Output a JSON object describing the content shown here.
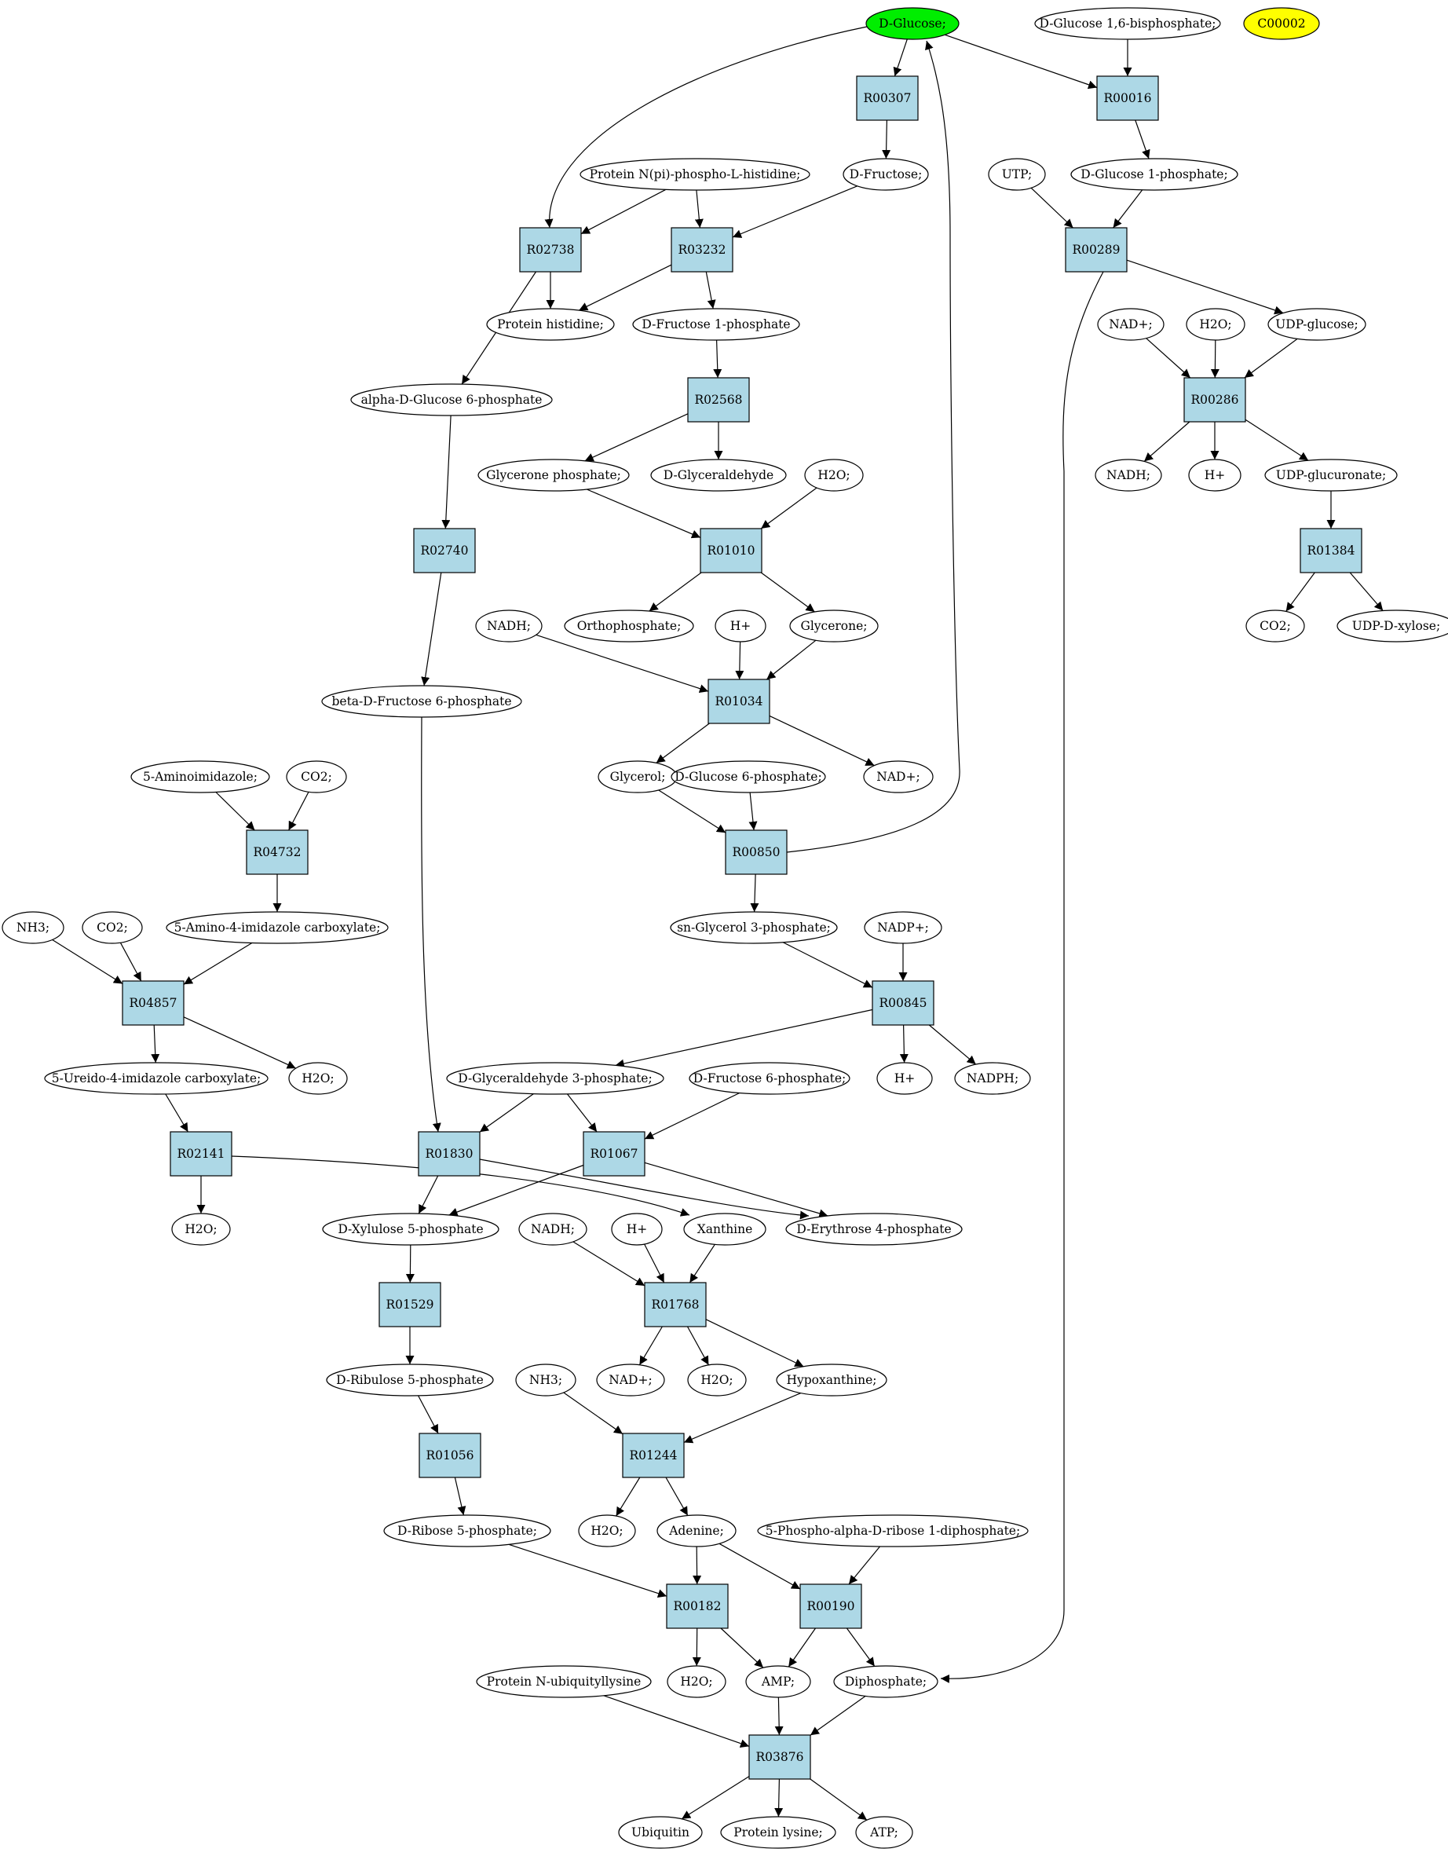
{
  "colors": {
    "reaction_fill": "#add8e6",
    "compound_fill": "#ffffff",
    "start_fill": "#00ee00",
    "yellow_fill": "#ffff00",
    "stroke": "#000000"
  },
  "nodes": [
    {
      "id": "glucose",
      "kind": "compound",
      "label": "D-Glucose;",
      "style": "start"
    },
    {
      "id": "g16bp",
      "kind": "compound",
      "label": "D-Glucose 1,6-bisphosphate;"
    },
    {
      "id": "c00002",
      "kind": "compound",
      "label": "C00002",
      "style": "yellow"
    },
    {
      "id": "R00307",
      "kind": "reaction",
      "label": "R00307"
    },
    {
      "id": "R00016",
      "kind": "reaction",
      "label": "R00016"
    },
    {
      "id": "protnpi",
      "kind": "compound",
      "label": "Protein N(pi)-phospho-L-histidine;"
    },
    {
      "id": "fructose",
      "kind": "compound",
      "label": "D-Fructose;"
    },
    {
      "id": "utp",
      "kind": "compound",
      "label": "UTP;"
    },
    {
      "id": "g1p",
      "kind": "compound",
      "label": "D-Glucose 1-phosphate;"
    },
    {
      "id": "R02738",
      "kind": "reaction",
      "label": "R02738"
    },
    {
      "id": "R03232",
      "kind": "reaction",
      "label": "R03232"
    },
    {
      "id": "R00289",
      "kind": "reaction",
      "label": "R00289"
    },
    {
      "id": "prothis",
      "kind": "compound",
      "label": "Protein histidine;"
    },
    {
      "id": "f1p",
      "kind": "compound",
      "label": "D-Fructose 1-phosphate"
    },
    {
      "id": "nadp1",
      "kind": "compound",
      "label": "NAD+;"
    },
    {
      "id": "h2o1",
      "kind": "compound",
      "label": "H2O;"
    },
    {
      "id": "udpglc",
      "kind": "compound",
      "label": "UDP-glucose;"
    },
    {
      "id": "ag6p",
      "kind": "compound",
      "label": "alpha-D-Glucose 6-phosphate"
    },
    {
      "id": "R02568",
      "kind": "reaction",
      "label": "R02568"
    },
    {
      "id": "R00286",
      "kind": "reaction",
      "label": "R00286"
    },
    {
      "id": "glyp",
      "kind": "compound",
      "label": "Glycerone phosphate;"
    },
    {
      "id": "dglyald",
      "kind": "compound",
      "label": "D-Glyceraldehyde"
    },
    {
      "id": "h2o2",
      "kind": "compound",
      "label": "H2O;"
    },
    {
      "id": "nadh1",
      "kind": "compound",
      "label": "NADH;"
    },
    {
      "id": "hplus1",
      "kind": "compound",
      "label": "H+"
    },
    {
      "id": "udpgluc",
      "kind": "compound",
      "label": "UDP-glucuronate;"
    },
    {
      "id": "R02740",
      "kind": "reaction",
      "label": "R02740"
    },
    {
      "id": "R01010",
      "kind": "reaction",
      "label": "R01010"
    },
    {
      "id": "R01384",
      "kind": "reaction",
      "label": "R01384"
    },
    {
      "id": "nadh2",
      "kind": "compound",
      "label": "NADH;"
    },
    {
      "id": "ortho",
      "kind": "compound",
      "label": "Orthophosphate;"
    },
    {
      "id": "hplus2",
      "kind": "compound",
      "label": "H+"
    },
    {
      "id": "glycerone",
      "kind": "compound",
      "label": "Glycerone;"
    },
    {
      "id": "co2a",
      "kind": "compound",
      "label": "CO2;"
    },
    {
      "id": "udpxyl",
      "kind": "compound",
      "label": "UDP-D-xylose;"
    },
    {
      "id": "bf6p",
      "kind": "compound",
      "label": "beta-D-Fructose 6-phosphate"
    },
    {
      "id": "R01034",
      "kind": "reaction",
      "label": "R01034"
    },
    {
      "id": "aminoimid",
      "kind": "compound",
      "label": "5-Aminoimidazole;"
    },
    {
      "id": "co2b",
      "kind": "compound",
      "label": "CO2;"
    },
    {
      "id": "glycerol",
      "kind": "compound",
      "label": "Glycerol;"
    },
    {
      "id": "g6p",
      "kind": "compound",
      "label": "D-Glucose 6-phosphate;"
    },
    {
      "id": "nadp2",
      "kind": "compound",
      "label": "NAD+;"
    },
    {
      "id": "R04732",
      "kind": "reaction",
      "label": "R04732"
    },
    {
      "id": "R00850",
      "kind": "reaction",
      "label": "R00850"
    },
    {
      "id": "nh3a",
      "kind": "compound",
      "label": "NH3;"
    },
    {
      "id": "co2c",
      "kind": "compound",
      "label": "CO2;"
    },
    {
      "id": "aicarb",
      "kind": "compound",
      "label": "5-Amino-4-imidazole carboxylate;"
    },
    {
      "id": "snglyc",
      "kind": "compound",
      "label": "sn-Glycerol 3-phosphate;"
    },
    {
      "id": "nadpp",
      "kind": "compound",
      "label": "NADP+;"
    },
    {
      "id": "R04857",
      "kind": "reaction",
      "label": "R04857"
    },
    {
      "id": "R00845",
      "kind": "reaction",
      "label": "R00845"
    },
    {
      "id": "ureido",
      "kind": "compound",
      "label": "5-Ureido-4-imidazole carboxylate;"
    },
    {
      "id": "h2o3",
      "kind": "compound",
      "label": "H2O;"
    },
    {
      "id": "dga3p",
      "kind": "compound",
      "label": "D-Glyceraldehyde 3-phosphate;"
    },
    {
      "id": "df6p",
      "kind": "compound",
      "label": "D-Fructose 6-phosphate;"
    },
    {
      "id": "hplus3",
      "kind": "compound",
      "label": "H+"
    },
    {
      "id": "nadph",
      "kind": "compound",
      "label": "NADPH;"
    },
    {
      "id": "R02141",
      "kind": "reaction",
      "label": "R02141"
    },
    {
      "id": "R01830",
      "kind": "reaction",
      "label": "R01830"
    },
    {
      "id": "R01067",
      "kind": "reaction",
      "label": "R01067"
    },
    {
      "id": "h2o4",
      "kind": "compound",
      "label": "H2O;"
    },
    {
      "id": "xu5p",
      "kind": "compound",
      "label": "D-Xylulose 5-phosphate"
    },
    {
      "id": "nadh3",
      "kind": "compound",
      "label": "NADH;"
    },
    {
      "id": "hplus4",
      "kind": "compound",
      "label": "H+"
    },
    {
      "id": "xanthine",
      "kind": "compound",
      "label": "Xanthine"
    },
    {
      "id": "e4p",
      "kind": "compound",
      "label": "D-Erythrose 4-phosphate"
    },
    {
      "id": "R01529",
      "kind": "reaction",
      "label": "R01529"
    },
    {
      "id": "R01768",
      "kind": "reaction",
      "label": "R01768"
    },
    {
      "id": "ru5p",
      "kind": "compound",
      "label": "D-Ribulose 5-phosphate"
    },
    {
      "id": "nh3b",
      "kind": "compound",
      "label": "NH3;"
    },
    {
      "id": "nadp3",
      "kind": "compound",
      "label": "NAD+;"
    },
    {
      "id": "h2o5",
      "kind": "compound",
      "label": "H2O;"
    },
    {
      "id": "hypox",
      "kind": "compound",
      "label": "Hypoxanthine;"
    },
    {
      "id": "R01056",
      "kind": "reaction",
      "label": "R01056"
    },
    {
      "id": "R01244",
      "kind": "reaction",
      "label": "R01244"
    },
    {
      "id": "r5p",
      "kind": "compound",
      "label": "D-Ribose 5-phosphate;"
    },
    {
      "id": "h2o6",
      "kind": "compound",
      "label": "H2O;"
    },
    {
      "id": "adenine",
      "kind": "compound",
      "label": "Adenine;"
    },
    {
      "id": "prpp",
      "kind": "compound",
      "label": "5-Phospho-alpha-D-ribose 1-diphosphate;"
    },
    {
      "id": "R00182",
      "kind": "reaction",
      "label": "R00182"
    },
    {
      "id": "R00190",
      "kind": "reaction",
      "label": "R00190"
    },
    {
      "id": "protubq",
      "kind": "compound",
      "label": "Protein N-ubiquityllysine"
    },
    {
      "id": "h2o7",
      "kind": "compound",
      "label": "H2O;"
    },
    {
      "id": "amp",
      "kind": "compound",
      "label": "AMP;"
    },
    {
      "id": "diphos",
      "kind": "compound",
      "label": "Diphosphate;"
    },
    {
      "id": "R03876",
      "kind": "reaction",
      "label": "R03876"
    },
    {
      "id": "ubiquitin",
      "kind": "compound",
      "label": "Ubiquitin"
    },
    {
      "id": "protlys",
      "kind": "compound",
      "label": "Protein lysine;"
    },
    {
      "id": "atp",
      "kind": "compound",
      "label": "ATP;"
    }
  ],
  "edges": [
    [
      "glucose",
      "R00307"
    ],
    [
      "glucose",
      "R00016"
    ],
    [
      "glucose",
      "R02738"
    ],
    [
      "g16bp",
      "R00016"
    ],
    [
      "R00307",
      "fructose"
    ],
    [
      "R00016",
      "g1p"
    ],
    [
      "protnpi",
      "R02738"
    ],
    [
      "protnpi",
      "R03232"
    ],
    [
      "fructose",
      "R03232"
    ],
    [
      "utp",
      "R00289"
    ],
    [
      "g1p",
      "R00289"
    ],
    [
      "R02738",
      "prothis"
    ],
    [
      "R02738",
      "ag6p"
    ],
    [
      "R03232",
      "prothis"
    ],
    [
      "R03232",
      "f1p"
    ],
    [
      "R00289",
      "udpglc"
    ],
    [
      "R00289",
      "diphos"
    ],
    [
      "nadp1",
      "R00286"
    ],
    [
      "h2o1",
      "R00286"
    ],
    [
      "udpglc",
      "R00286"
    ],
    [
      "f1p",
      "R02568"
    ],
    [
      "ag6p",
      "R02740"
    ],
    [
      "R02568",
      "glyp"
    ],
    [
      "R02568",
      "dglyald"
    ],
    [
      "R00286",
      "nadh1"
    ],
    [
      "R00286",
      "hplus1"
    ],
    [
      "R00286",
      "udpgluc"
    ],
    [
      "glyp",
      "R01010"
    ],
    [
      "h2o2",
      "R01010"
    ],
    [
      "udpgluc",
      "R01384"
    ],
    [
      "R02740",
      "bf6p"
    ],
    [
      "R01010",
      "ortho"
    ],
    [
      "R01010",
      "glycerone"
    ],
    [
      "R01384",
      "co2a"
    ],
    [
      "R01384",
      "udpxyl"
    ],
    [
      "nadh2",
      "R01034"
    ],
    [
      "hplus2",
      "R01034"
    ],
    [
      "glycerone",
      "R01034"
    ],
    [
      "R01034",
      "glycerol"
    ],
    [
      "R01034",
      "nadp2"
    ],
    [
      "aminoimid",
      "R04732"
    ],
    [
      "co2b",
      "R04732"
    ],
    [
      "glycerol",
      "R00850"
    ],
    [
      "g6p",
      "R00850"
    ],
    [
      "R00850",
      "glucose"
    ],
    [
      "R00850",
      "snglyc"
    ],
    [
      "R04732",
      "aicarb"
    ],
    [
      "nh3a",
      "R04857"
    ],
    [
      "co2c",
      "R04857"
    ],
    [
      "aicarb",
      "R04857"
    ],
    [
      "snglyc",
      "R00845"
    ],
    [
      "nadpp",
      "R00845"
    ],
    [
      "R04857",
      "ureido"
    ],
    [
      "R04857",
      "h2o3"
    ],
    [
      "R00845",
      "dga3p"
    ],
    [
      "R00845",
      "hplus3"
    ],
    [
      "R00845",
      "nadph"
    ],
    [
      "ureido",
      "R02141"
    ],
    [
      "bf6p",
      "R01830"
    ],
    [
      "dga3p",
      "R01830"
    ],
    [
      "dga3p",
      "R01067"
    ],
    [
      "df6p",
      "R01067"
    ],
    [
      "R02141",
      "h2o4"
    ],
    [
      "R02141",
      "xanthine"
    ],
    [
      "R01830",
      "xu5p"
    ],
    [
      "R01830",
      "e4p"
    ],
    [
      "R01067",
      "xu5p"
    ],
    [
      "R01067",
      "e4p"
    ],
    [
      "xu5p",
      "R01529"
    ],
    [
      "nadh3",
      "R01768"
    ],
    [
      "hplus4",
      "R01768"
    ],
    [
      "xanthine",
      "R01768"
    ],
    [
      "R01529",
      "ru5p"
    ],
    [
      "R01768",
      "nadp3"
    ],
    [
      "R01768",
      "h2o5"
    ],
    [
      "R01768",
      "hypox"
    ],
    [
      "ru5p",
      "R01056"
    ],
    [
      "nh3b",
      "R01244"
    ],
    [
      "hypox",
      "R01244"
    ],
    [
      "R01056",
      "r5p"
    ],
    [
      "R01244",
      "h2o6"
    ],
    [
      "R01244",
      "adenine"
    ],
    [
      "r5p",
      "R00182"
    ],
    [
      "adenine",
      "R00182"
    ],
    [
      "adenine",
      "R00190"
    ],
    [
      "prpp",
      "R00190"
    ],
    [
      "R00182",
      "h2o7"
    ],
    [
      "R00182",
      "amp"
    ],
    [
      "R00190",
      "amp"
    ],
    [
      "R00190",
      "diphos"
    ],
    [
      "protubq",
      "R03876"
    ],
    [
      "amp",
      "R03876"
    ],
    [
      "diphos",
      "R03876"
    ],
    [
      "R03876",
      "ubiquitin"
    ],
    [
      "R03876",
      "protlys"
    ],
    [
      "R03876",
      "atp"
    ]
  ]
}
